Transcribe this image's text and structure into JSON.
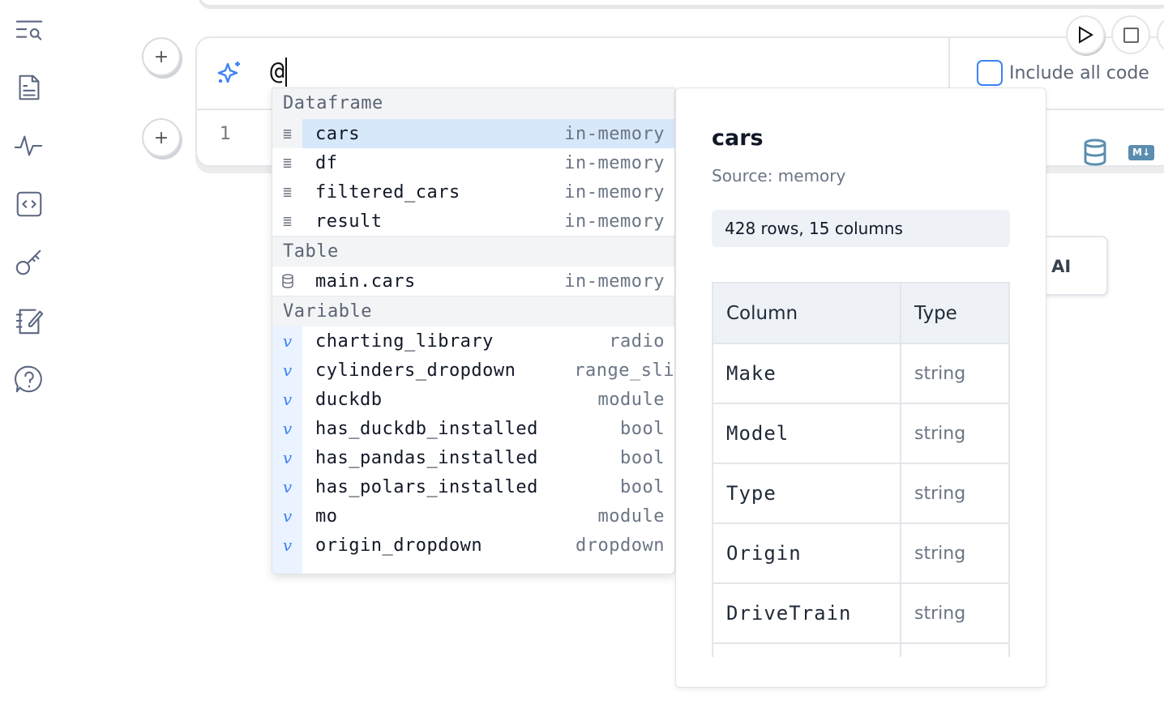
{
  "sidebar": {
    "items": [
      {
        "icon": "search-list-icon"
      },
      {
        "icon": "file-text-icon"
      },
      {
        "icon": "activity-icon"
      },
      {
        "icon": "code-file-icon"
      },
      {
        "icon": "key-icon"
      },
      {
        "icon": "notebook-edit-icon"
      },
      {
        "icon": "help-circle-icon"
      }
    ]
  },
  "cell": {
    "input": "@",
    "line_number": "1",
    "include_all_code": "Include all code",
    "include_all_code_checked": false,
    "ai_button_partial": "I AI"
  },
  "autocomplete": {
    "sections": [
      {
        "title": "Dataframe",
        "items": [
          {
            "label": "cars",
            "type": "in-memory",
            "selected": true
          },
          {
            "label": "df",
            "type": "in-memory"
          },
          {
            "label": "filtered_cars",
            "type": "in-memory"
          },
          {
            "label": "result",
            "type": "in-memory"
          }
        ]
      },
      {
        "title": "Table",
        "items": [
          {
            "label": "main.cars",
            "type": "in-memory"
          }
        ]
      },
      {
        "title": "Variable",
        "items": [
          {
            "label": "charting_library",
            "type": "radio"
          },
          {
            "label": "cylinders_dropdown",
            "type": "range_sli"
          },
          {
            "label": "duckdb",
            "type": "module"
          },
          {
            "label": "has_duckdb_installed",
            "type": "bool"
          },
          {
            "label": "has_pandas_installed",
            "type": "bool"
          },
          {
            "label": "has_polars_installed",
            "type": "bool"
          },
          {
            "label": "mo",
            "type": "module"
          },
          {
            "label": "origin_dropdown",
            "type": "dropdown"
          }
        ]
      }
    ]
  },
  "info": {
    "title": "cars",
    "source": "Source: memory",
    "summary": "428 rows, 15 columns",
    "headers": [
      "Column",
      "Type"
    ],
    "rows": [
      [
        "Make",
        "string"
      ],
      [
        "Model",
        "string"
      ],
      [
        "Type",
        "string"
      ],
      [
        "Origin",
        "string"
      ],
      [
        "DriveTrain",
        "string"
      ]
    ]
  },
  "colors": {
    "accent": "#3b82f6",
    "selected": "#d7e8fb"
  }
}
